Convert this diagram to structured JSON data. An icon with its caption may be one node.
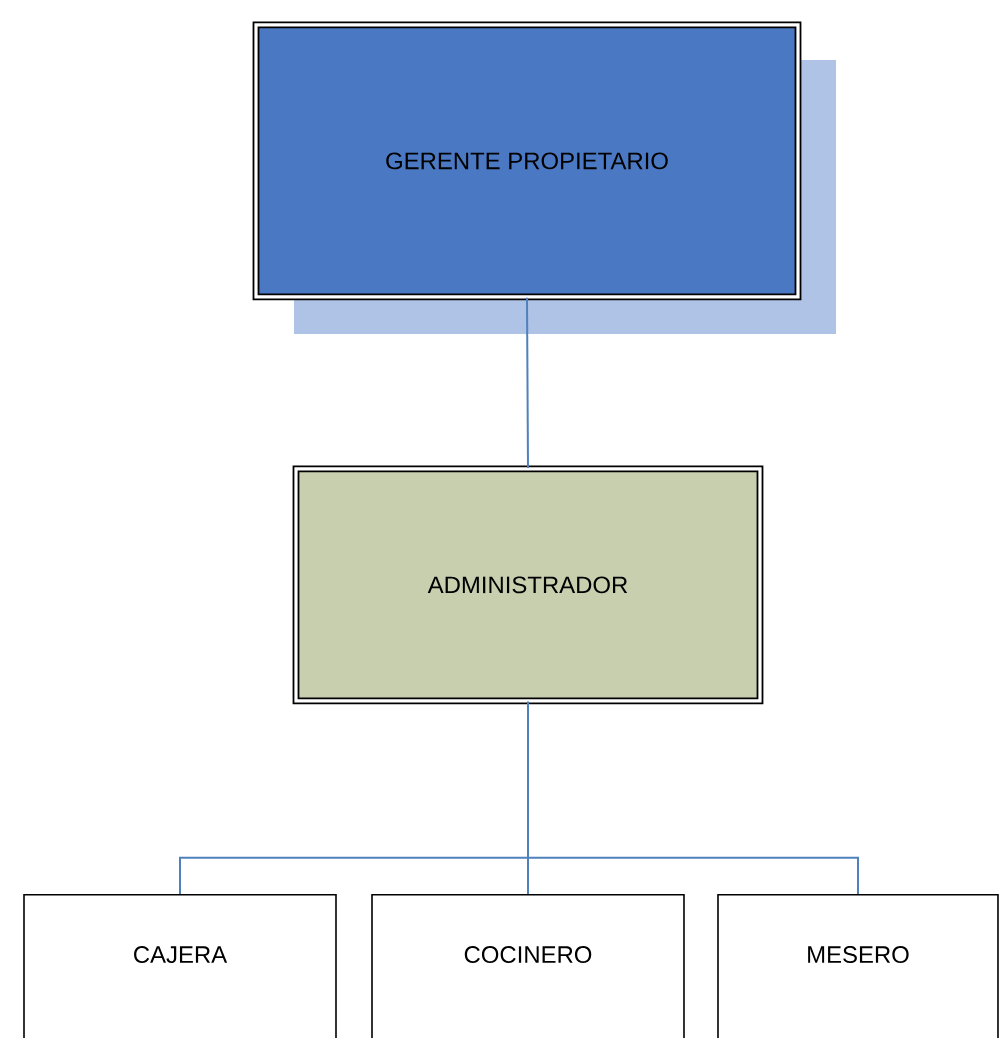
{
  "diagram": {
    "nodes": [
      {
        "text": [
          "GERENTE PROPIETARIO"
        ]
      },
      {
        "text": [
          "ADMINISTRADOR"
        ]
      },
      {
        "text": [
          "CAJERA"
        ]
      },
      {
        "text": [
          "COCINERO"
        ]
      },
      {
        "text": [
          "MESERO"
        ]
      }
    ],
    "edges": [
      {
        "from": 0,
        "to": 1,
        "arrow": "none"
      },
      {
        "from": 1,
        "to": 2,
        "arrow": "none"
      },
      {
        "from": 1,
        "to": 3,
        "arrow": "none"
      },
      {
        "from": 1,
        "to": 4,
        "arrow": "none"
      }
    ]
  }
}
